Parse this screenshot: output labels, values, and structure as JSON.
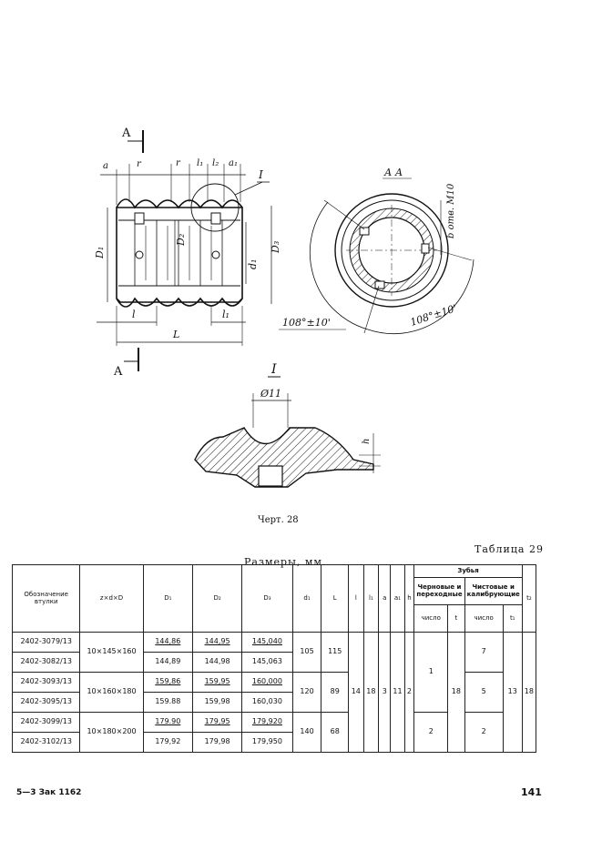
{
  "drawing": {
    "labels": {
      "a": "a",
      "r": "r",
      "l1_top": "l₁",
      "l2_top": "l₂",
      "a1_top": "a₁",
      "section_top": "A",
      "section_bottom": "A",
      "detail_ref": "I",
      "D1": "D₁",
      "D2": "D₂",
      "D3": "D₃",
      "d1": "d₁",
      "l": "l",
      "L": "L",
      "l1": "l₁",
      "section_title": "А  А",
      "b_label": "b отв. М10",
      "angle_left": "108°±10'",
      "angle_right": "108°±10'",
      "detail_title": "I",
      "phi11": "Ø11",
      "h": "h"
    },
    "caption": "Черт. 28"
  },
  "table": {
    "number": "Таблица 29",
    "dimensions_title": "Размеры, мм",
    "headers": {
      "designation": "Обозначение втулки",
      "zdD": "z×d×D",
      "D1": "D₁",
      "D2": "D₂",
      "D3": "D₃",
      "d1": "d₁",
      "L": "L",
      "l": "l",
      "l1": "l₁",
      "a": "a",
      "a1": "a₁",
      "h": "h",
      "teeth": "Зубья",
      "rough": "Черновые и переходные",
      "finish": "Чистовые и калибрующие",
      "count": "число",
      "t": "t",
      "count2": "число",
      "t1": "t₁",
      "t2": "t₂"
    },
    "rows": [
      {
        "designation": "2402-3079/13",
        "D1": "144,86",
        "D2": "144,95",
        "D3": "145,040"
      },
      {
        "designation": "2402-3082/13",
        "D1": "144,89",
        "D2": "144,98",
        "D3": "145,063"
      },
      {
        "designation": "2402-3093/13",
        "D1": "159,86",
        "D2": "159,95",
        "D3": "160,000"
      },
      {
        "designation": "2402-3095/13",
        "D1": "159.88",
        "D2": "159,98",
        "D3": "160,030"
      },
      {
        "designation": "2402-3099/13",
        "D1": "179.90",
        "D2": "179,95",
        "D3": "179,920"
      },
      {
        "designation": "2402-3102/13",
        "D1": "179,92",
        "D2": "179,98",
        "D3": "179,950"
      }
    ],
    "groups": [
      {
        "zdD": "10×145×160",
        "d1": "105",
        "L": "115",
        "finish_count": "7"
      },
      {
        "zdD": "10×160×180",
        "d1": "120",
        "L": "89",
        "finish_count": "5"
      },
      {
        "zdD": "10×180×200",
        "d1": "140",
        "L": "68",
        "finish_count": "2"
      }
    ],
    "common": {
      "l": "14",
      "l1": "18",
      "a": "3",
      "a1": "11",
      "h": "2",
      "t": "18",
      "t1": "13",
      "t2": "18"
    },
    "rough_counts": [
      "1",
      "2"
    ]
  },
  "footer": {
    "left": "5—3 Зак 1162",
    "right": "141"
  }
}
